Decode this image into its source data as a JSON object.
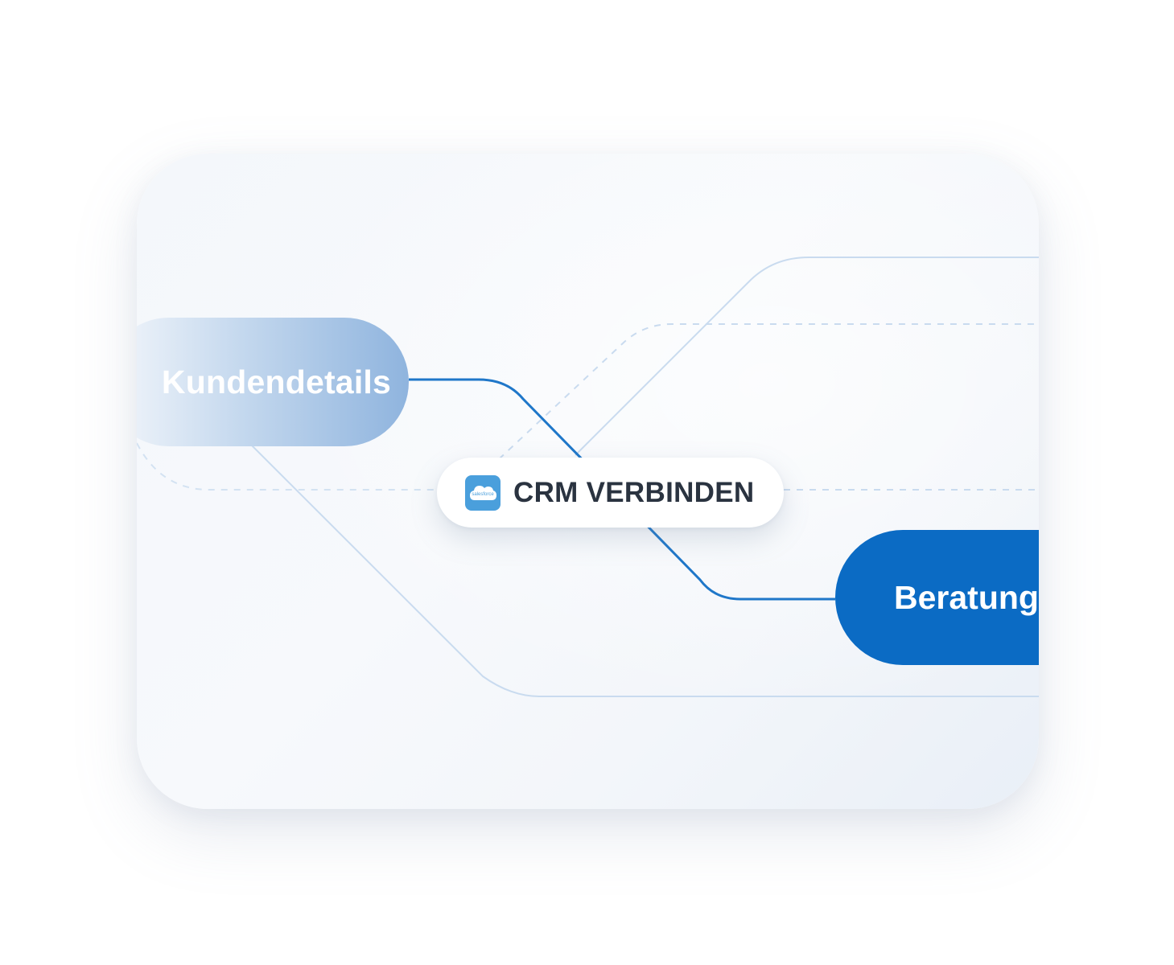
{
  "nodes": {
    "left": {
      "label": "Kundendetails"
    },
    "center": {
      "label": "CRM VERBINDEN",
      "icon": "salesforce-cloud-icon",
      "icon_text": "salesforce"
    },
    "right": {
      "label": "Beratung"
    }
  },
  "colors": {
    "accent": "#0b6bc4",
    "connector_active": "#1f77c9",
    "connector_muted": "#c9dbef",
    "salesforce": "#4a9fdc",
    "text_dark": "#2a3340"
  }
}
